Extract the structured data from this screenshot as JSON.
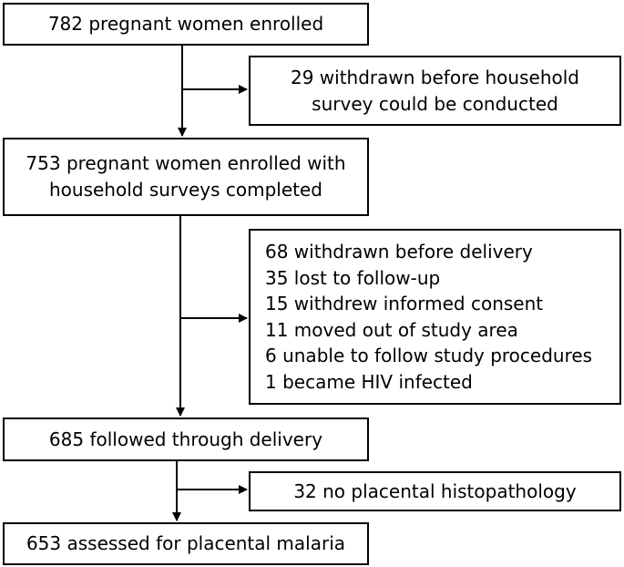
{
  "flow": {
    "enrolled": "782 pregnant women enrolled",
    "withdrawn_survey": {
      "line1": "29 withdrawn before household",
      "line2": "survey could be conducted"
    },
    "surveys_completed": {
      "line1": "753 pregnant women enrolled with",
      "line2": "household surveys completed"
    },
    "withdrawn_delivery": {
      "title": "68 withdrawn before delivery",
      "reasons": [
        "35 lost to follow-up",
        "15 withdrew informed consent",
        "11 moved out of study area",
        "6 unable to follow study procedures",
        "1 became HIV infected"
      ]
    },
    "followed_delivery": "685 followed through delivery",
    "no_histopathology": "32 no placental histopathology",
    "assessed": "653 assessed for placental malaria"
  }
}
